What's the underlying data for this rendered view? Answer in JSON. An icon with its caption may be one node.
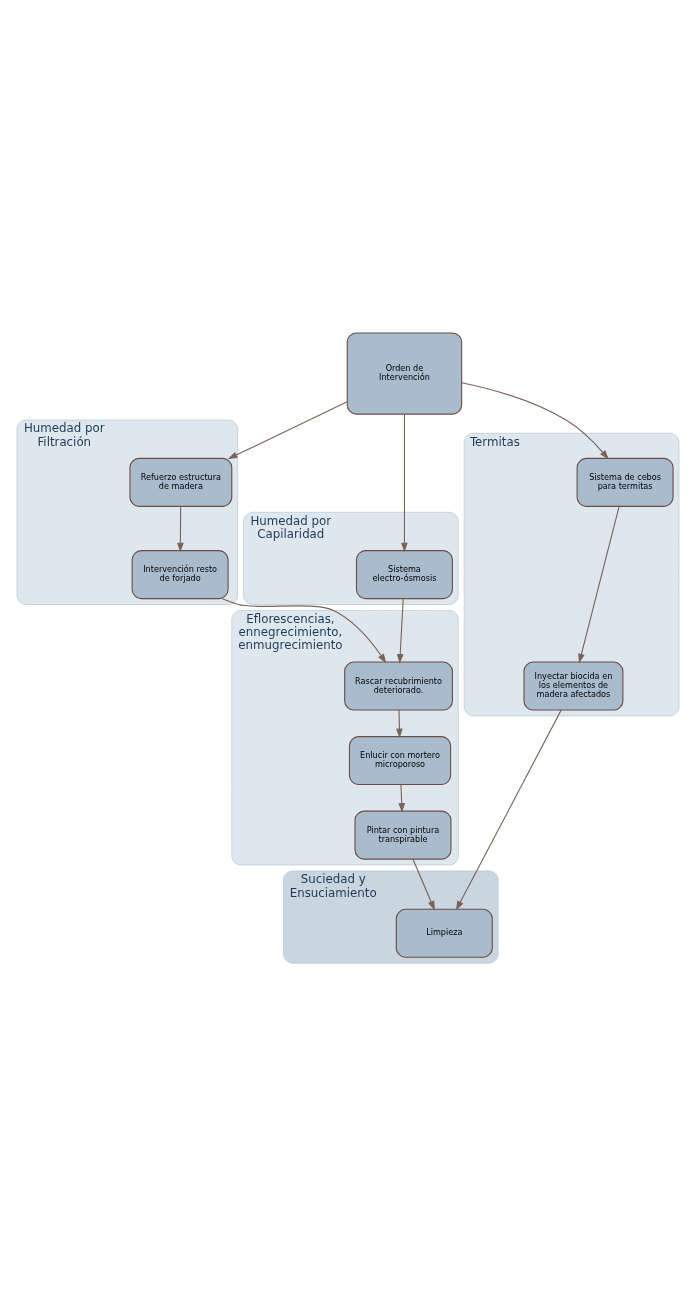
{
  "diagram": {
    "nodes": [
      {
        "text": [
          "Orden de Intervención"
        ]
      },
      {
        "text": [
          "Humedad por Filtración"
        ]
      },
      {
        "text": [
          "Refuerzo estructura de madera"
        ],
        "in": 1
      },
      {
        "text": [
          "Intervención resto de forjado"
        ],
        "in": 1
      },
      {
        "text": [
          "Humedad por Capilaridad"
        ]
      },
      {
        "text": [
          "Sistema electro-ósmosis"
        ],
        "in": 4
      },
      {
        "text": [
          "Termitas"
        ]
      },
      {
        "text": [
          "Sistema de cebos para termitas"
        ],
        "in": 6
      },
      {
        "text": [
          "Inyectar biocida en los elementos de madera afectados"
        ],
        "in": 6
      },
      {
        "text": [
          "Eflorescencias, ennegrecimiento, enmugrecimiento"
        ]
      },
      {
        "text": [
          "Rascar recubrimiento deteriorado."
        ],
        "in": 9
      },
      {
        "text": [
          "Enlucir con mortero microporoso"
        ],
        "in": 9
      },
      {
        "text": [
          "Pintar con pintura transpirable"
        ],
        "in": 9
      },
      {
        "text": [
          "Suciedad y Ensuciamiento"
        ]
      },
      {
        "text": [
          "Limpieza"
        ],
        "in": 13
      }
    ],
    "edges": [
      {
        "from": 0,
        "to": 2,
        "arrow": "to"
      },
      {
        "from": 0,
        "to": 5,
        "arrow": "to"
      },
      {
        "from": 0,
        "to": 7,
        "arrow": "to"
      },
      {
        "from": 2,
        "to": 3,
        "arrow": "to"
      },
      {
        "from": 7,
        "to": 8,
        "arrow": "to"
      },
      {
        "from": 3,
        "to": 10,
        "arrow": "to"
      },
      {
        "from": 5,
        "to": 10,
        "arrow": "to"
      },
      {
        "from": 10,
        "to": 11,
        "arrow": "to"
      },
      {
        "from": 11,
        "to": 12,
        "arrow": "to"
      },
      {
        "from": 12,
        "to": 14,
        "arrow": "to"
      },
      {
        "from": 8,
        "to": 14,
        "arrow": "to"
      }
    ]
  }
}
